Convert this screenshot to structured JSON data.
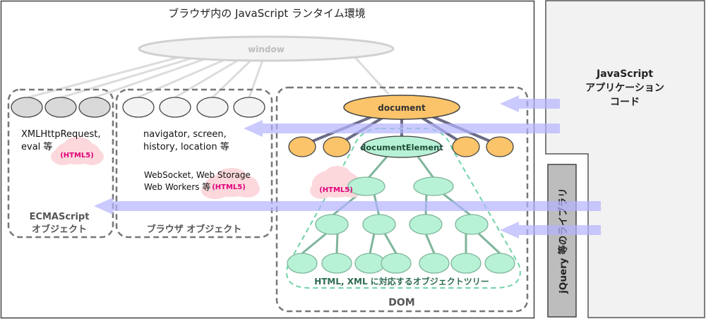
{
  "runtime": {
    "title": "ブラウザ内の JavaScript ランタイム環境"
  },
  "window_node": {
    "label": "window"
  },
  "ecmascript": {
    "line1": "XMLHttpRequest,",
    "line2": "eval 等",
    "html5": "(HTML5)",
    "group_line1": "ECMAScript",
    "group_line2": "オブジェクト"
  },
  "browser": {
    "line1": "navigator, screen,",
    "line2": "history, location 等",
    "line3": "WebSocket, Web Storage",
    "line4": "Web Workers 等",
    "html5": "(HTML5)",
    "group_label": "ブラウザ オブジェクト"
  },
  "dom": {
    "document": "document",
    "document_element": "documentElement",
    "html5": "(HTML5)",
    "tree_label": "HTML, XML に対応するオブジェクトツリー",
    "group_label": "DOM"
  },
  "app": {
    "line1": "JavaScript",
    "line2": "アプリケーション",
    "line3": "コード"
  },
  "jquery": {
    "label": "jQuery 等のライブラリ"
  },
  "colors": {
    "gray_node": "#d9d9d9",
    "white_node": "#f3f3f3",
    "orange_node": "#fbc46a",
    "green_node": "#b8f2d6",
    "arrow": "#c8c8ff",
    "html5_text": "#e0007a",
    "cloud": "#fcd8dc",
    "dashed_green": "#6fd3a6"
  }
}
